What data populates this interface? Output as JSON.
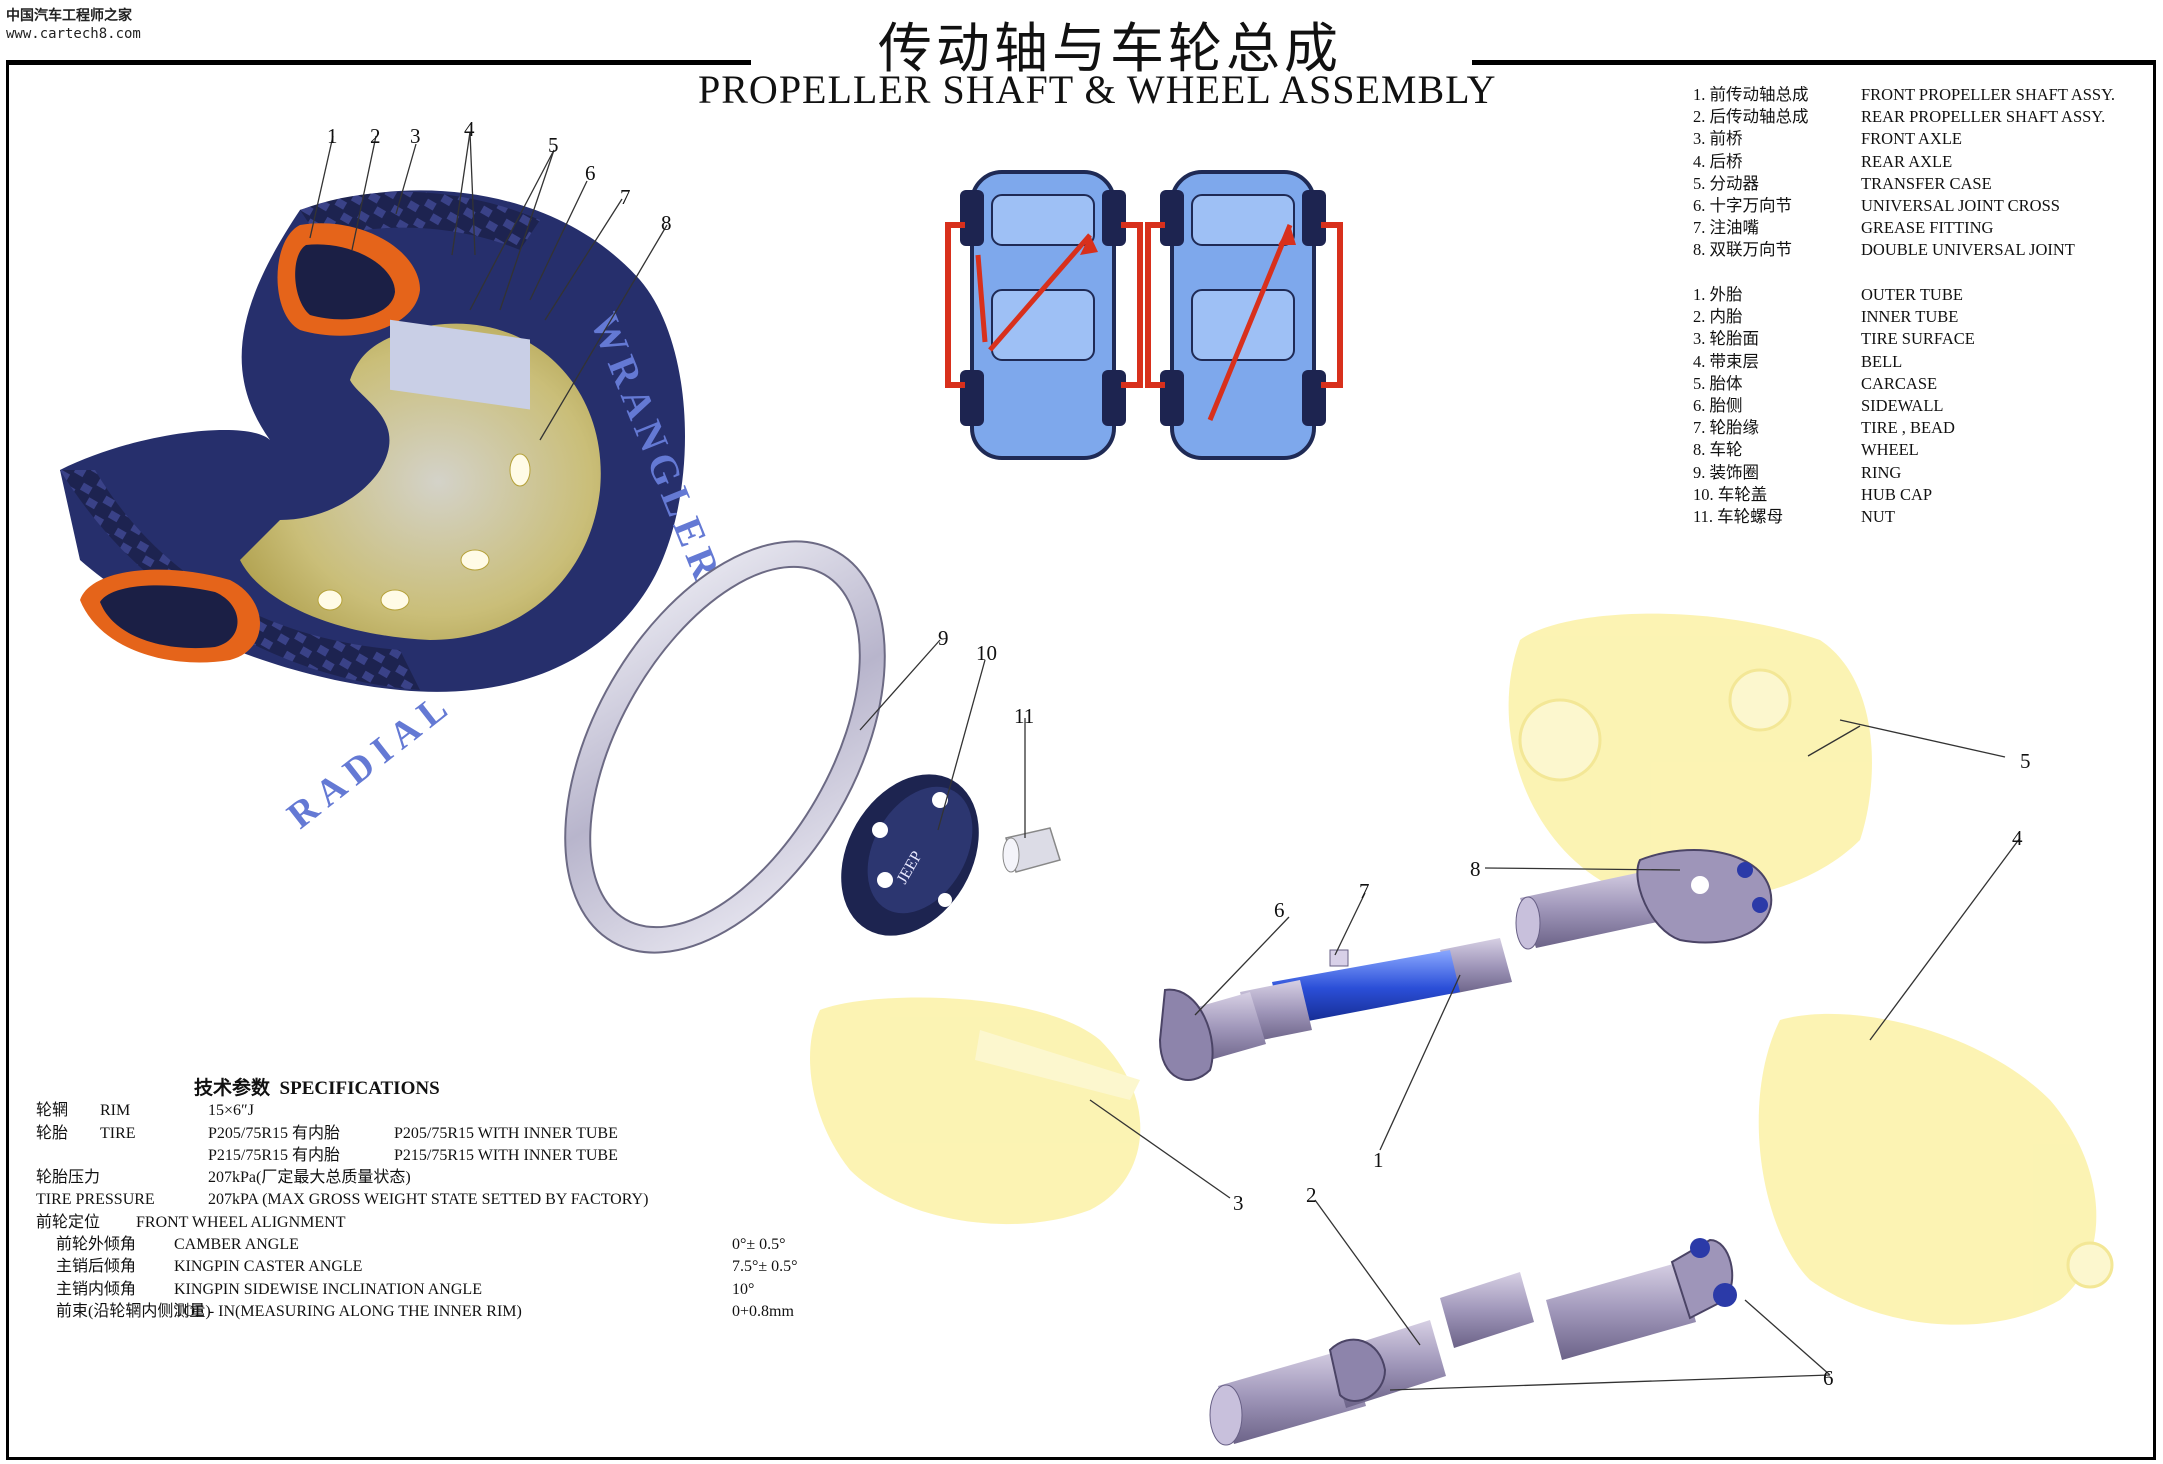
{
  "watermark": {
    "line1": "中国汽车工程师之家",
    "line2": "www.cartech8.com"
  },
  "title": {
    "cn": "传动轴与车轮总成",
    "en": "PROPELLER SHAFT & WHEEL ASSEMBLY"
  },
  "tire_lettering": {
    "brand": "WRANGLER",
    "type": "RADIAL"
  },
  "hub_cap_text": "JEEP",
  "legend_shaft": [
    {
      "cn": "1. 前传动轴总成",
      "en": "FRONT PROPELLER SHAFT ASSY."
    },
    {
      "cn": "2. 后传动轴总成",
      "en": "REAR PROPELLER SHAFT ASSY."
    },
    {
      "cn": "3. 前桥",
      "en": "FRONT AXLE"
    },
    {
      "cn": "4. 后桥",
      "en": "REAR AXLE"
    },
    {
      "cn": "5. 分动器",
      "en": "TRANSFER CASE"
    },
    {
      "cn": "6. 十字万向节",
      "en": "UNIVERSAL JOINT CROSS"
    },
    {
      "cn": "7. 注油嘴",
      "en": "GREASE FITTING"
    },
    {
      "cn": "8. 双联万向节",
      "en": "DOUBLE UNIVERSAL JOINT"
    }
  ],
  "legend_wheel": [
    {
      "cn": "1. 外胎",
      "en": "OUTER TUBE"
    },
    {
      "cn": "2. 内胎",
      "en": "INNER TUBE"
    },
    {
      "cn": "3. 轮胎面",
      "en": "TIRE SURFACE"
    },
    {
      "cn": "4. 带束层",
      "en": "BELL"
    },
    {
      "cn": "5. 胎体",
      "en": "CARCASE"
    },
    {
      "cn": "6. 胎侧",
      "en": "SIDEWALL"
    },
    {
      "cn": "7. 轮胎缘",
      "en": "TIRE , BEAD"
    },
    {
      "cn": "8. 车轮",
      "en": "WHEEL"
    },
    {
      "cn": "9. 装饰圈",
      "en": "RING"
    },
    {
      "cn": "10. 车轮盖",
      "en": "HUB CAP"
    },
    {
      "cn": "11. 车轮螺母",
      "en": "NUT"
    }
  ],
  "spec": {
    "title_cn": "技术参数",
    "title_en": "SPECIFICATIONS",
    "rim": {
      "cn": "轮辋",
      "en": "RIM",
      "value": "15×6″J"
    },
    "tire": {
      "cn": "轮胎",
      "en": "TIRE",
      "v1a": "P205/75R15 有内胎",
      "v1b": "P205/75R15 WITH INNER TUBE",
      "v2a": "P215/75R15 有内胎",
      "v2b": "P215/75R15 WITH INNER TUBE"
    },
    "pressure": {
      "cn": "轮胎压力",
      "en": "TIRE PRESSURE",
      "v_cn": "207kPa(厂定最大总质量状态)",
      "v_en": "207kPA (MAX GROSS WEIGHT STATE SETTED BY FACTORY)"
    },
    "alignment": {
      "cn": "前轮定位",
      "en": "FRONT WHEEL ALIGNMENT"
    },
    "rows": [
      {
        "cn": "前轮外倾角",
        "en": "CAMBER ANGLE",
        "value": "0°± 0.5°"
      },
      {
        "cn": "主销后倾角",
        "en": "KINGPIN CASTER ANGLE",
        "value": "7.5°± 0.5°"
      },
      {
        "cn": "主销内倾角",
        "en": "KINGPIN SIDEWISE INCLINATION ANGLE",
        "value": "10°"
      },
      {
        "cn": "前束(沿轮辋内侧测量)",
        "en": "TOE - IN(MEASURING ALONG THE INNER RIM)",
        "value": "0+0.8mm"
      }
    ]
  },
  "callouts_wheel": [
    "1",
    "2",
    "3",
    "4",
    "5",
    "6",
    "7",
    "8",
    "9",
    "10",
    "11"
  ],
  "callouts_shaft": [
    "1",
    "2",
    "3",
    "4",
    "5",
    "6",
    "6",
    "6",
    "7",
    "8"
  ],
  "colors": {
    "tire": "#26306e",
    "rim": "#f2e37a",
    "shaft": "#a59bbd",
    "axle": "#fbf1a6",
    "car": "#7fa9ec",
    "arrow": "#d8301c",
    "inner": "#e9671d"
  }
}
